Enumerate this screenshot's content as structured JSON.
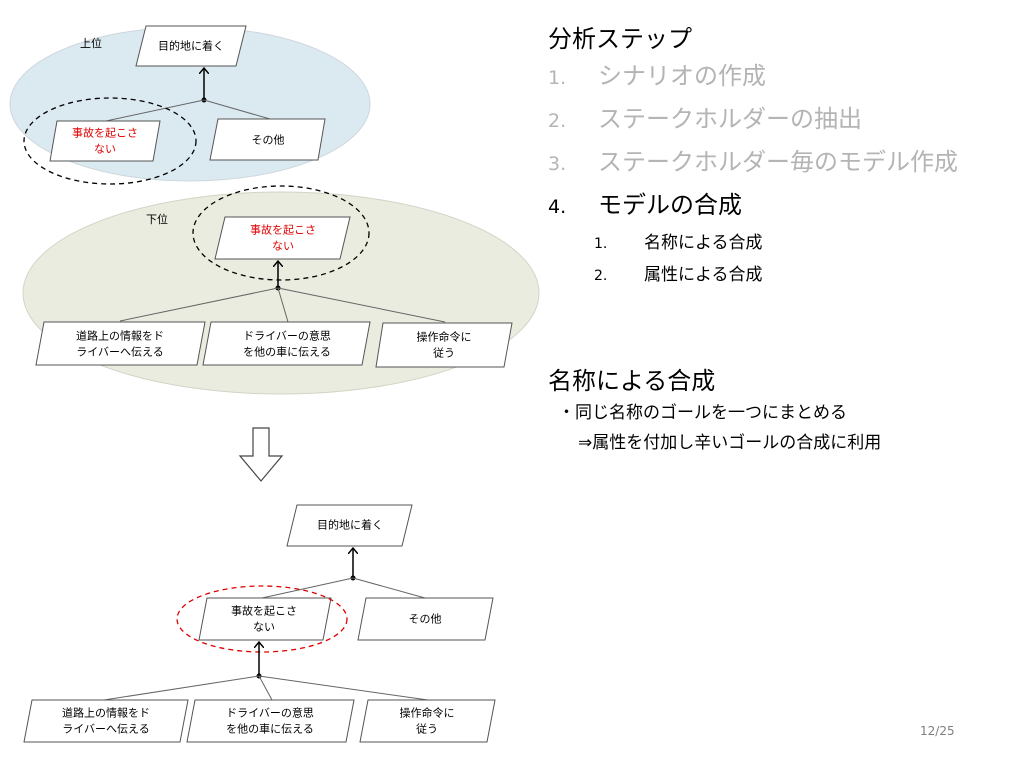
{
  "diagram": {
    "levels": {
      "upper": "上位",
      "lower": "下位"
    },
    "top_upper": {
      "goal": "目的地に着く",
      "safety": [
        "事故を起こさ",
        "ない"
      ],
      "other": "その他"
    },
    "top_lower": {
      "safety": [
        "事故を起こさ",
        "ない"
      ],
      "road_info": [
        "道路上の情報をド",
        "ライバーへ伝える"
      ],
      "driver_intent": [
        "ドライバーの意思",
        "を他の車に伝える"
      ],
      "follow_cmd": [
        "操作命令に",
        "従う"
      ]
    },
    "merged": {
      "goal": "目的地に着く",
      "safety": [
        "事故を起こさ",
        "ない"
      ],
      "other": "その他",
      "road_info": [
        "道路上の情報をド",
        "ライバーへ伝える"
      ],
      "driver_intent": [
        "ドライバーの意思",
        "を他の車に伝える"
      ],
      "follow_cmd": [
        "操作命令に",
        "従う"
      ]
    },
    "colors": {
      "upper_ellipse": "#dbe9f1",
      "lower_ellipse": "#eaecdf",
      "highlight_text": "#e00000",
      "highlight_dash": "#e00000"
    }
  },
  "panel": {
    "title": "分析ステップ",
    "steps": [
      {
        "num": "1.",
        "label": "シナリオの作成",
        "active": false
      },
      {
        "num": "2.",
        "label": "ステークホルダーの抽出",
        "active": false
      },
      {
        "num": "3.",
        "label": "ステークホルダー毎のモデル作成",
        "active": false
      },
      {
        "num": "4.",
        "label": "モデルの合成",
        "active": true
      }
    ],
    "substeps": [
      {
        "num": "1.",
        "label": "名称による合成"
      },
      {
        "num": "2.",
        "label": "属性による合成"
      }
    ],
    "section2_title": "名称による合成",
    "bullet1": "・同じ名称のゴールを一つにまとめる",
    "bullet2": "⇒属性を付加し辛いゴールの合成に利用"
  },
  "page_number": "12/25"
}
